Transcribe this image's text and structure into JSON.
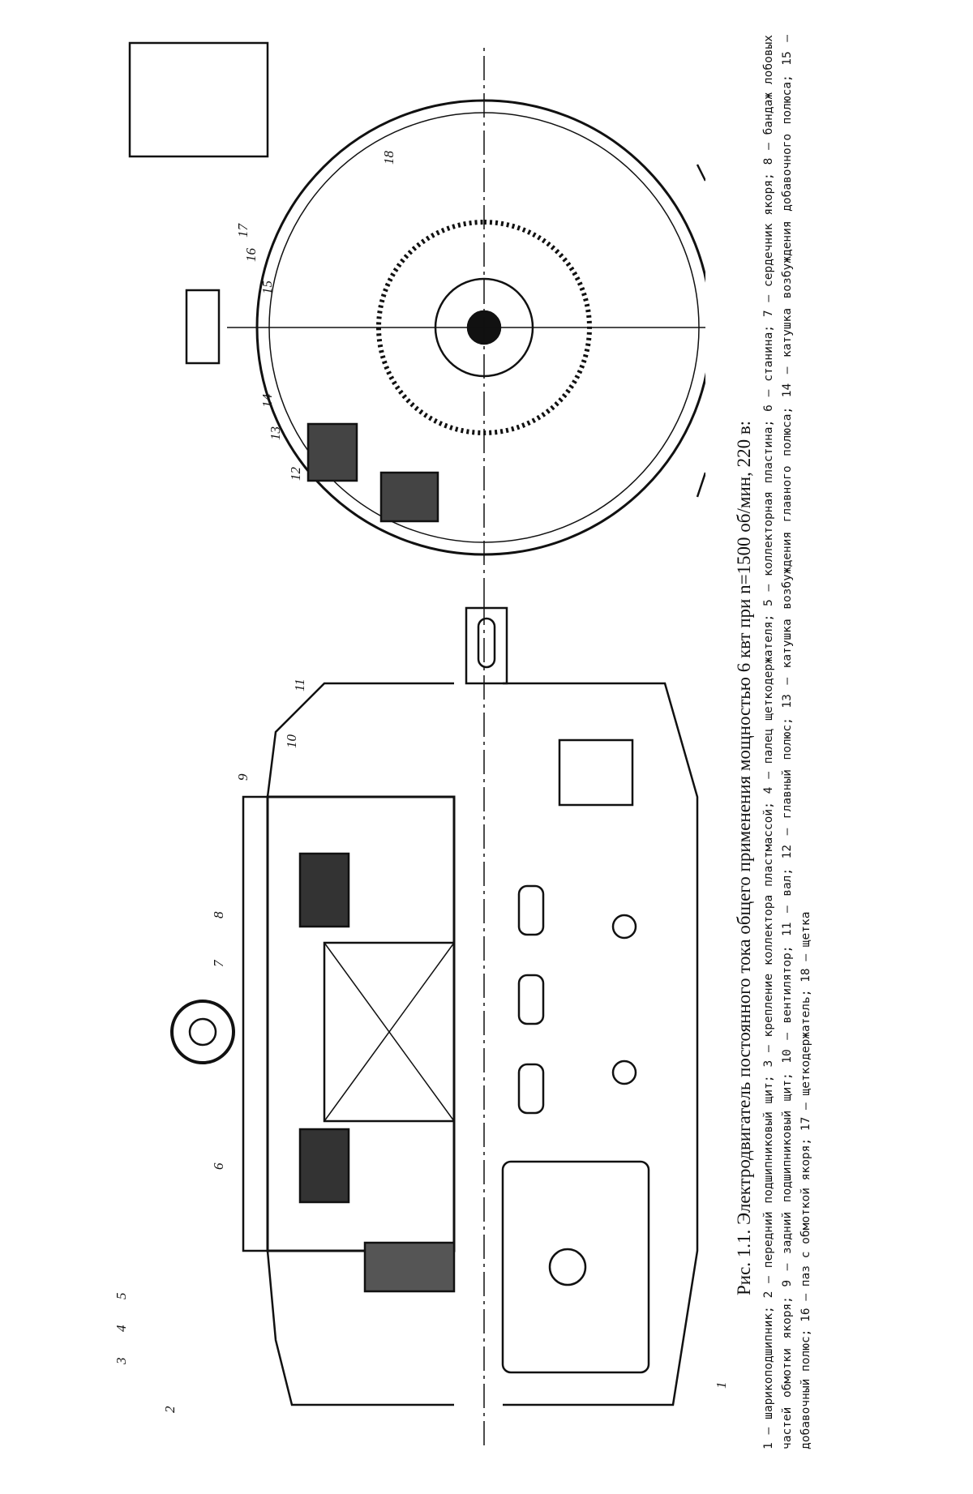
{
  "figure": {
    "title": "Рис. 1.1. Электродвигатель постоянного тока общего применения мощностью 6 квт при n=1500 об/мин, 220 в:",
    "legend": "1 — шарикоподшипник; 2 — передний подшипниковый щит; 3 — крепление коллектора пластмассой; 4 — палец щеткодержателя; 5 — коллекторная пластина; 6 — станина; 7 — сердечник якоря; 8 — бандаж лобовых частей обмотки якоря; 9 — задний подшипниковый щит; 10 — вентилятор; 11 — вал; 12 — главный полюс; 13 — катушка возбуждения главного полюса; 14 — катушка возбуждения добавочного полюса; 15 — добавочный полюс; 16 — паз с обмоткой якоря; 17 — щеткодержатель; 18 — щетка",
    "labels": [
      "1",
      "2",
      "3",
      "4",
      "5",
      "6",
      "7",
      "8",
      "9",
      "10",
      "11",
      "12",
      "13",
      "14",
      "15",
      "16",
      "17",
      "18"
    ]
  }
}
